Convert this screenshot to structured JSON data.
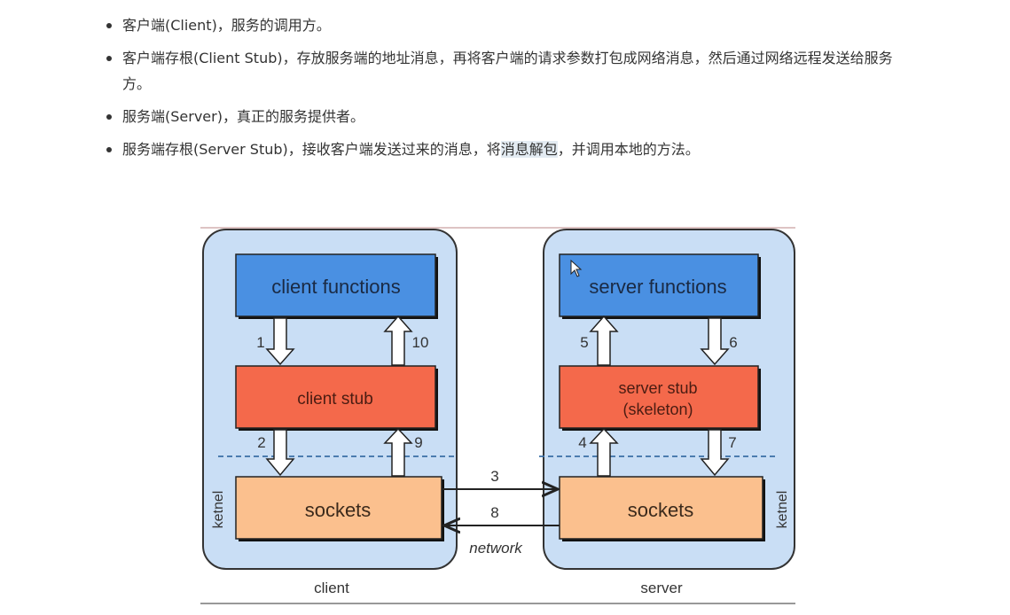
{
  "bullets": [
    {
      "text": "客户端(Client)，服务的调用方。"
    },
    {
      "text": "客户端存根(Client Stub)，存放服务端的地址消息，再将客户端的请求参数打包成网络消息，然后通过网络远程发送给服务方。"
    },
    {
      "text": "服务端(Server)，真正的服务提供者。"
    },
    {
      "pre": "服务端存根(Server Stub)，接收客户端发送过来的消息，将",
      "highlight": "消息解包",
      "post": "，并调用本地的方法。"
    }
  ],
  "diagram": {
    "client": {
      "caption": "client",
      "side_label": "ketnel",
      "functions_label": "client functions",
      "stub_label": "client stub",
      "sockets_label": "sockets",
      "arrows": {
        "down_top": "1",
        "up_top": "10",
        "down_bottom": "2",
        "up_bottom": "9"
      }
    },
    "server": {
      "caption": "server",
      "side_label": "ketnel",
      "functions_label": "server functions",
      "stub_label_line1": "server stub",
      "stub_label_line2": "(skeleton)",
      "sockets_label": "sockets",
      "arrows": {
        "up_top": "5",
        "down_top": "6",
        "up_bottom": "4",
        "down_bottom": "7"
      }
    },
    "network": {
      "label": "network",
      "request": "3",
      "response": "8"
    },
    "colors": {
      "panel": "#c9def5",
      "functions": "#4a90e2",
      "stub": "#f4694b",
      "sockets": "#fbc08e",
      "dash": "#3a6ea5"
    }
  }
}
